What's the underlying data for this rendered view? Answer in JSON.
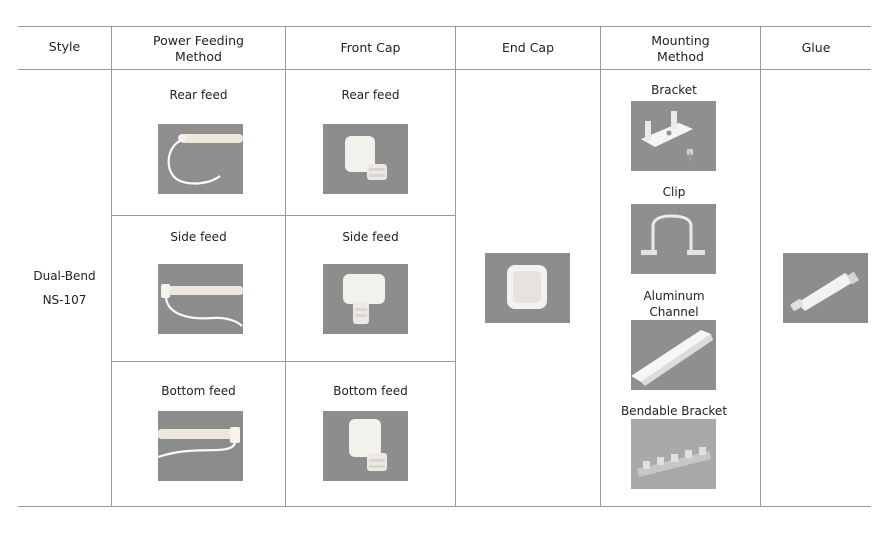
{
  "headers": {
    "style": "Style",
    "power_line1": "Power Feeding",
    "power_line2": "Method",
    "front_cap": "Front Cap",
    "end_cap": "End Cap",
    "mount_line1": "Mounting",
    "mount_line2": "Method",
    "glue": "Glue"
  },
  "style": {
    "line1": "Dual-Bend",
    "line2": "NS-107"
  },
  "power_feeding": [
    {
      "label": "Rear feed",
      "icon": "rear-feed-photo-icon"
    },
    {
      "label": "Side feed",
      "icon": "side-feed-photo-icon"
    },
    {
      "label": "Bottom feed",
      "icon": "bottom-feed-photo-icon"
    }
  ],
  "front_cap": [
    {
      "label": "Rear feed",
      "icon": "rear-feed-cap-photo-icon"
    },
    {
      "label": "Side feed",
      "icon": "side-feed-cap-photo-icon"
    },
    {
      "label": "Bottom feed",
      "icon": "bottom-feed-cap-photo-icon"
    }
  ],
  "end_cap": {
    "icon": "end-cap-photo-icon"
  },
  "mounting": [
    {
      "label": "Bracket",
      "icon": "bracket-photo-icon"
    },
    {
      "label": "Clip",
      "icon": "clip-photo-icon"
    },
    {
      "label_line1": "Aluminum",
      "label_line2": "Channel",
      "icon": "aluminum-channel-photo-icon"
    },
    {
      "label": "Bendable Bracket",
      "icon": "bendable-bracket-photo-icon"
    }
  ],
  "glue": {
    "icon": "glue-tube-photo-icon"
  },
  "colors": {
    "rule": "#9a9a9a",
    "photo_bg": "#8b8b8b",
    "text": "#222222"
  }
}
